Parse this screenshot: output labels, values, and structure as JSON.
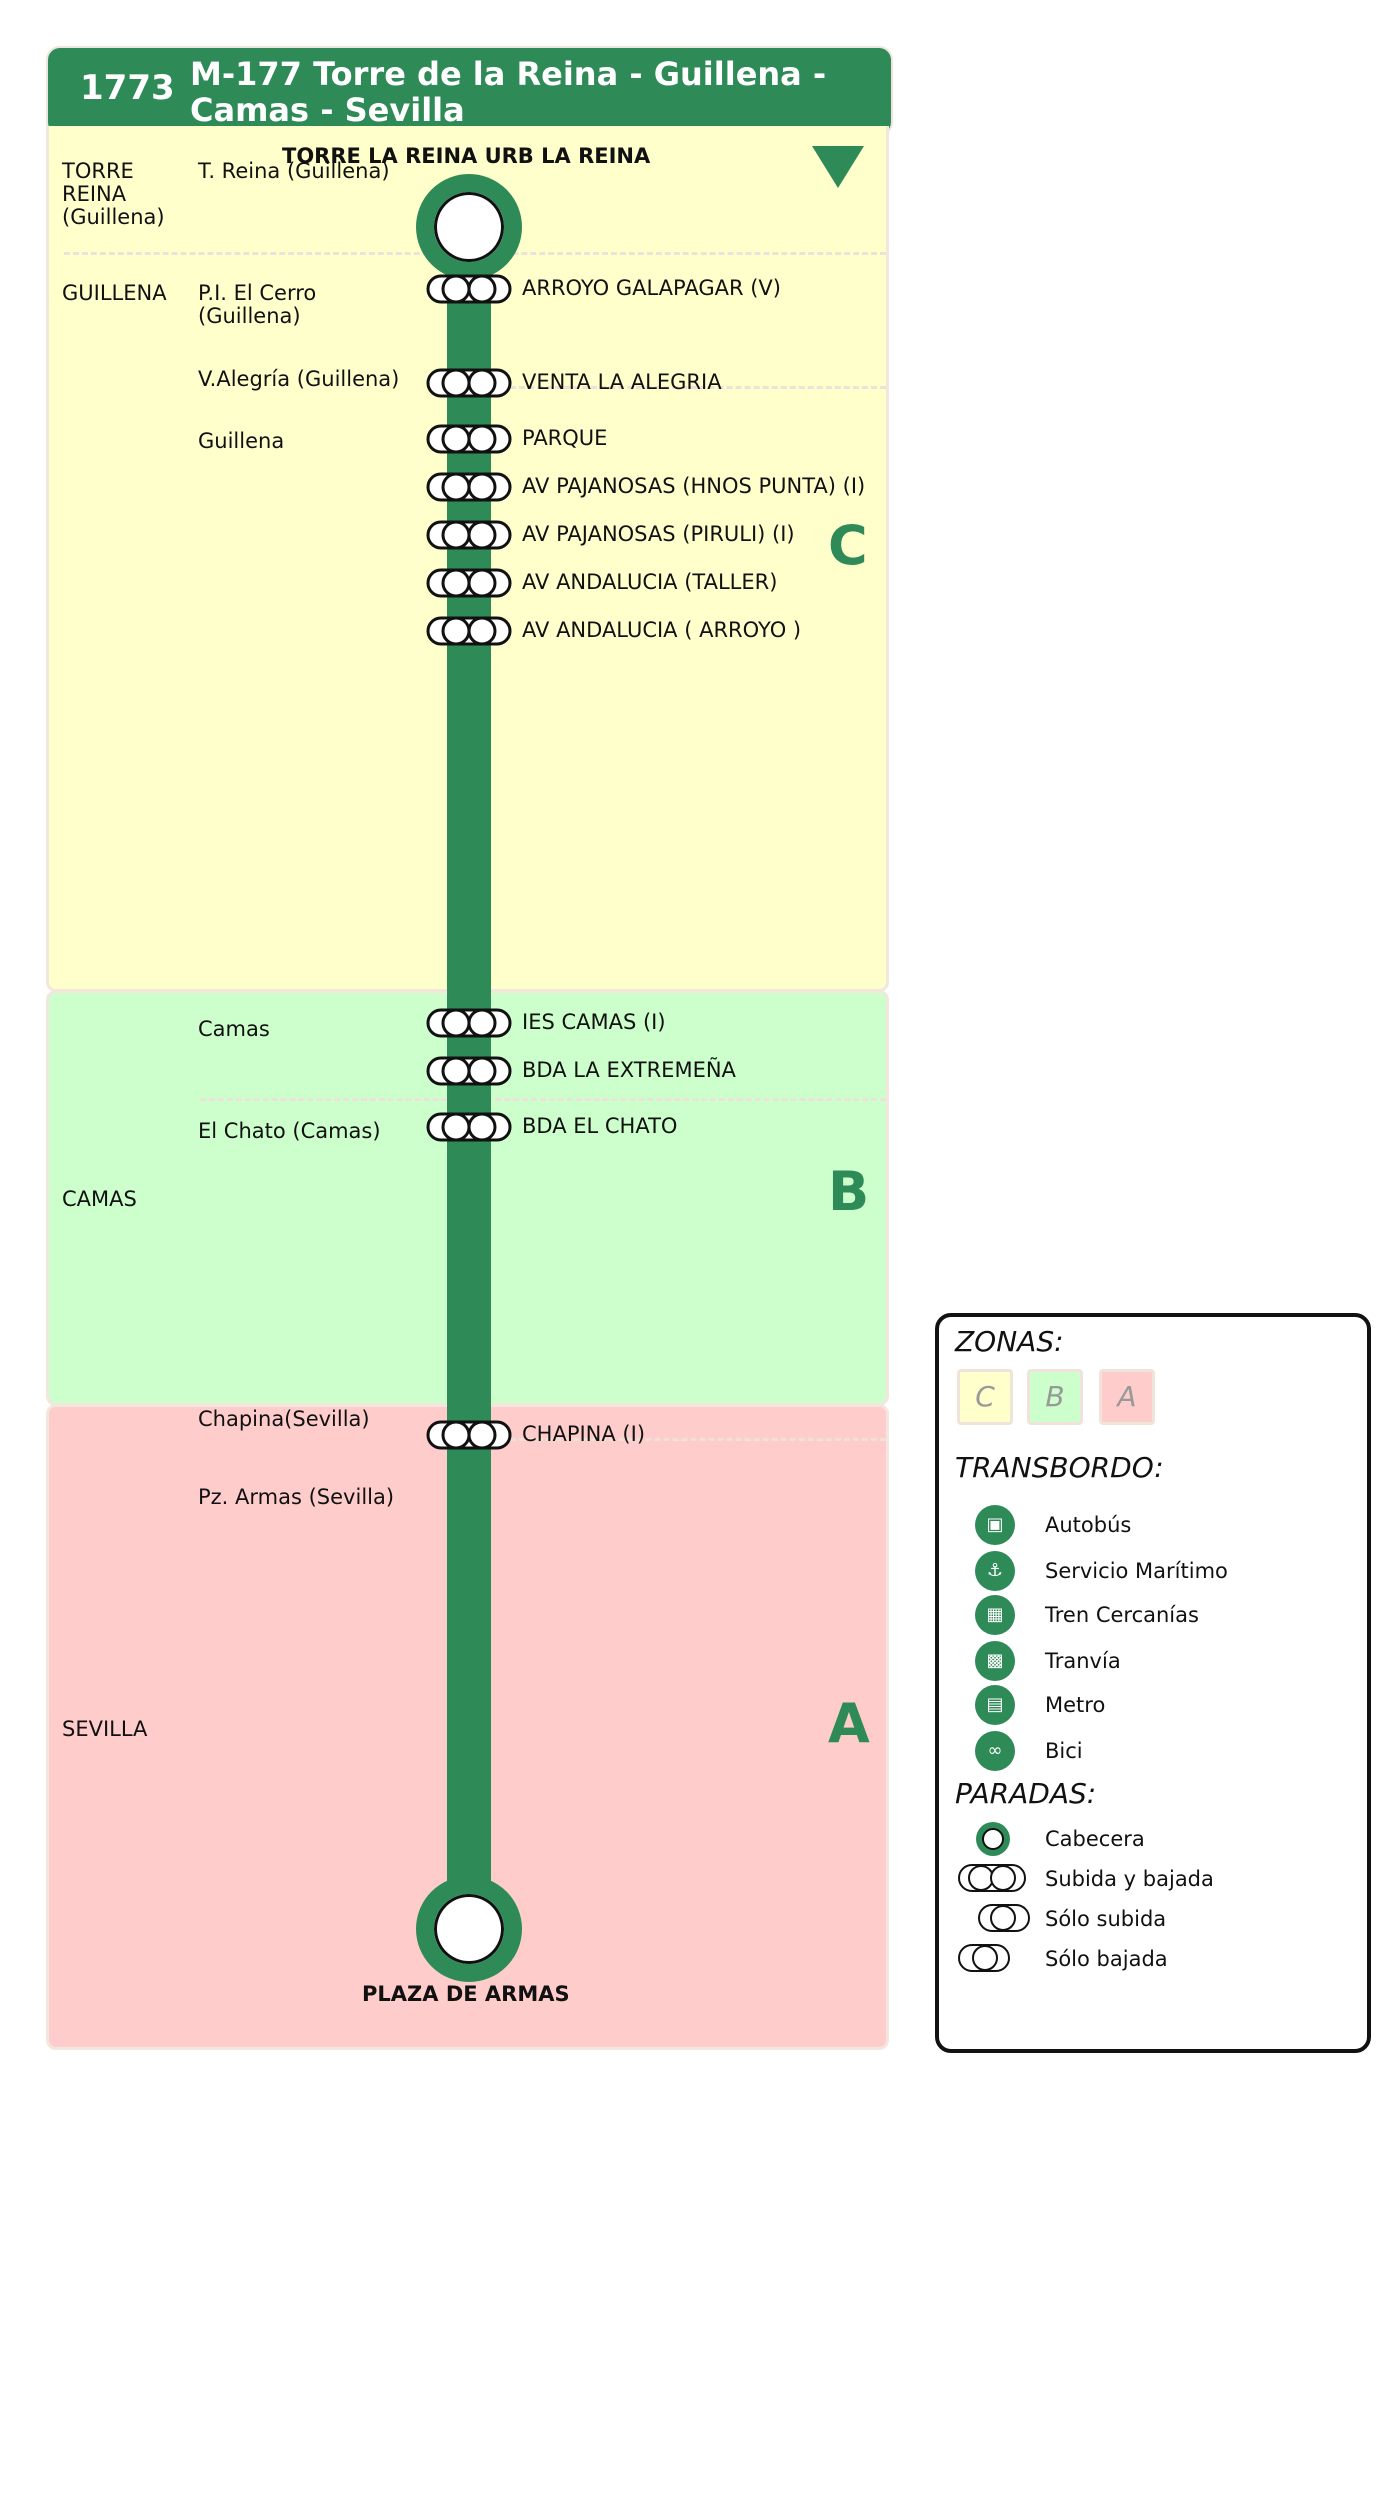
{
  "header": {
    "code": "1773",
    "name": "M-177 Torre de la Reina - Guillena - Camas - Sevilla"
  },
  "zones": {
    "c": "C",
    "b": "B",
    "a": "A"
  },
  "municipalities": {
    "torre": "TORRE REINA (Guillena)",
    "guillena": "GUILLENA",
    "camas": "CAMAS",
    "sevilla": "SEVILLA"
  },
  "localities": {
    "t_reina": "T. Reina (Guillena)",
    "pi_cerro": "P.I. El Cerro (Guillena)",
    "v_alegria": "V.Alegría (Guillena)",
    "guillena": "Guillena",
    "camas": "Camas",
    "el_chato": "El Chato (Camas)",
    "chapina": "Chapina(Sevilla)",
    "pz_armas": "Pz. Armas (Sevilla)"
  },
  "stops": {
    "origin": "TORRE LA REINA URB LA REINA",
    "s1": "ARROYO GALAPAGAR (V)",
    "s2": "VENTA LA ALEGRIA",
    "s3": "PARQUE",
    "s4": "AV PAJANOSAS (HNOS PUNTA) (I)",
    "s5": "AV PAJANOSAS (PIRULI) (I)",
    "s6": "AV ANDALUCIA (TALLER)",
    "s7": "AV ANDALUCIA ( ARROYO )",
    "s8": "IES CAMAS (I)",
    "s9": "BDA LA EXTREMEÑA",
    "s10": "BDA EL CHATO",
    "s11": "CHAPINA (I)",
    "destination": "PLAZA DE ARMAS"
  },
  "legend": {
    "zonas_title": "ZONAS:",
    "zone_c": "C",
    "zone_b": "B",
    "zone_a": "A",
    "transbordo_title": "TRANSBORDO:",
    "autobus": "Autobús",
    "maritimo": "Servicio Marítimo",
    "cercanias": "Tren Cercanías",
    "tranvia": "Tranvía",
    "metro": "Metro",
    "bici": "Bici",
    "paradas_title": "PARADAS:",
    "cabecera": "Cabecera",
    "subida_bajada": "Subida y bajada",
    "solo_subida": "Sólo subida",
    "solo_bajada": "Sólo bajada"
  },
  "colors": {
    "brand": "#2e8b57",
    "zone_c": "#ffffcc",
    "zone_b": "#ccffcc",
    "zone_a": "#ffcccc"
  }
}
